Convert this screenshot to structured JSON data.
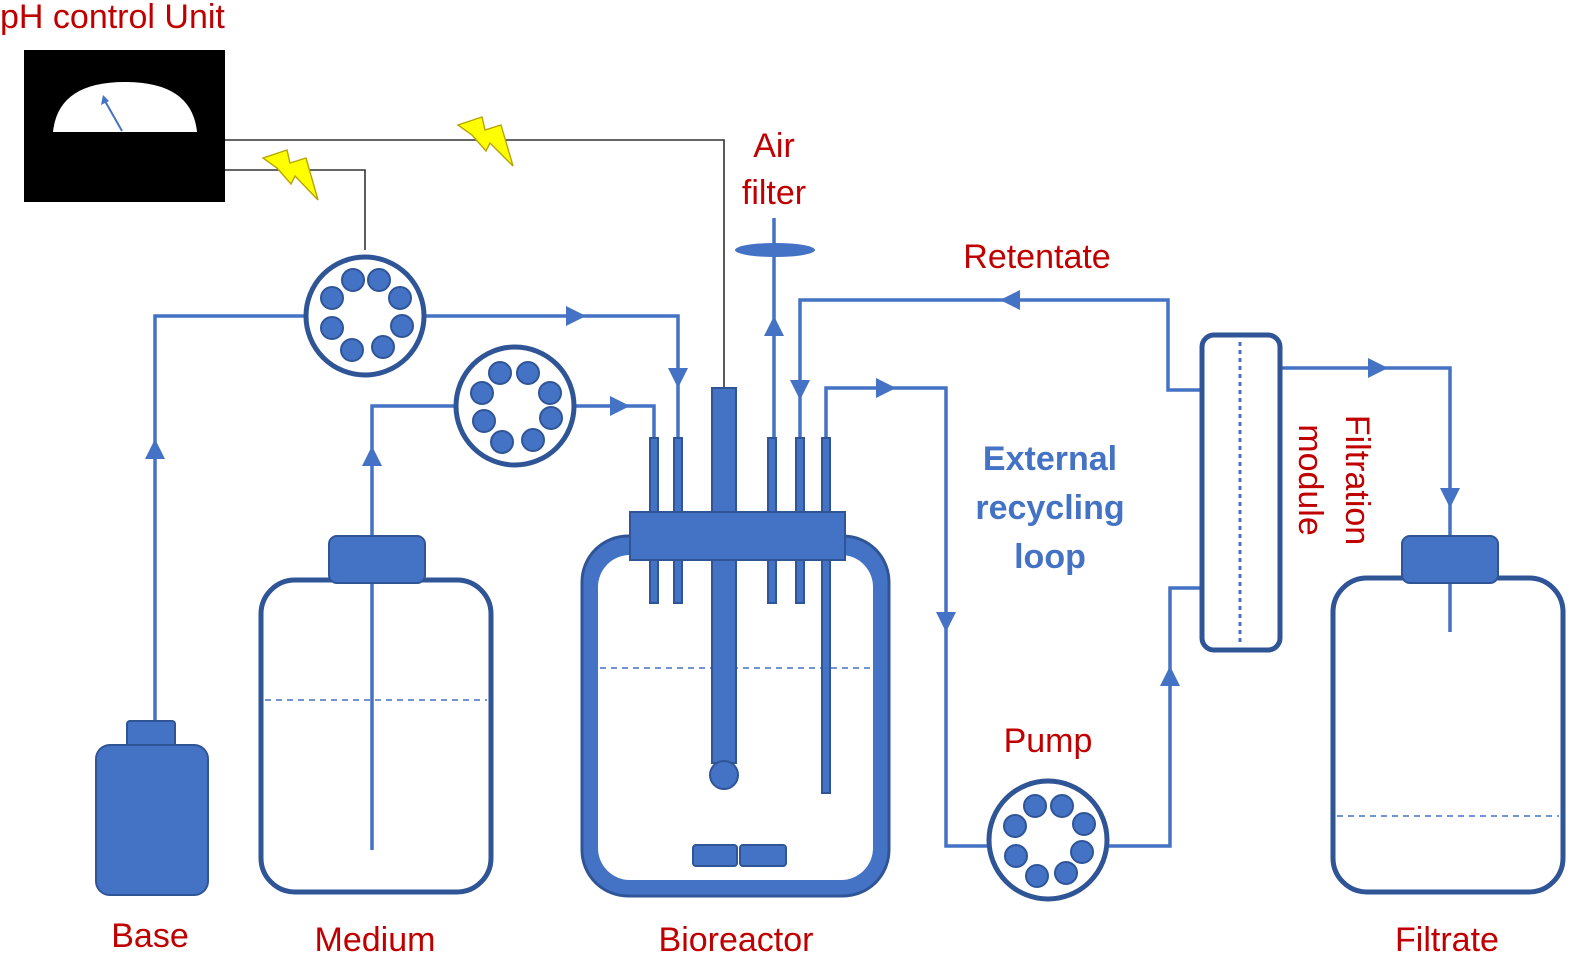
{
  "labels": {
    "ph_unit": "pH control Unit",
    "air_filter_line1": "Air",
    "air_filter_line2": "filter",
    "retentate": "Retentate",
    "loop_line1": "External",
    "loop_line2": "recycling",
    "loop_line3": "loop",
    "filtration_line1": "Filtration",
    "filtration_line2": "module",
    "pump": "Pump",
    "base": "Base",
    "medium": "Medium",
    "bioreactor": "Bioreactor",
    "filtrate": "Filtrate"
  },
  "colors": {
    "label_red": "#c00000",
    "label_blue": "#4472c4",
    "pipe_blue": "#4472c4",
    "vessel_outline": "#2f5597",
    "signal_bolt": "#ffff00",
    "controller_panel": "#000000"
  }
}
